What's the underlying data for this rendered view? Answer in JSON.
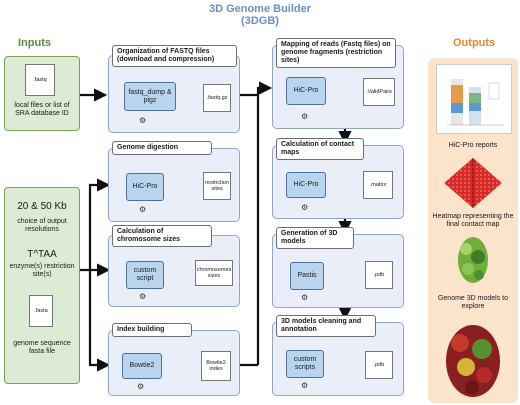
{
  "header": {
    "title_line1": "3D Genome Builder",
    "title_line2": "(3DGB)"
  },
  "inputs": {
    "title": "Inputs",
    "fastq_file": ".fastq",
    "fastq_caption": "local files or list of SRA database ID",
    "resolutions_value": "20 & 50 Kb",
    "resolutions_caption": "choice of output resolutions",
    "enzyme_value": "T^TAA",
    "enzyme_caption": "enzyme(s) restriction site(s)",
    "fasta_file": ".fasta",
    "fasta_caption": "genome sequence fasta file"
  },
  "steps": {
    "organization": {
      "title": "Organization of FASTQ files (download and compression)",
      "tool": "fastq_dump & pigz",
      "file": ".fastq.gz"
    },
    "digestion": {
      "title": "Genome digestion",
      "tool": "HiC-Pro",
      "file": "restriction sites"
    },
    "sizes": {
      "title": "Calculation of chromosome sizes",
      "tool": "custom script",
      "file": "chromosomes sizes"
    },
    "index": {
      "title": "Index building",
      "tool": "Bowtie2",
      "file": "Bowtie2 index"
    },
    "mapping": {
      "title": "Mapping of reads (Fastq files) on genome fragments (restriction sites)",
      "tool": "HiC-Pro",
      "file": ".ValidPairs"
    },
    "contact": {
      "title": "Calculation of contact maps",
      "tool": "HiC-Pro",
      "file": ".matrix"
    },
    "models": {
      "title": "Generation of 3D models",
      "tool": "Pastis",
      "file": ".pdb"
    },
    "cleaning": {
      "title": "3D models cleaning and annotation",
      "tool": "custom scripts",
      "file": ".pdb"
    }
  },
  "outputs": {
    "title": "Outputs",
    "reports_caption": "HiC-Pro reports",
    "heatmap_caption": "Heatmap representing the final contact map",
    "models_caption": "Genome 3D models to explore"
  },
  "colors": {
    "inputs": "#5d8a3f",
    "outputs": "#e08a2e",
    "title": "#6b8fc4",
    "tool": "#b8d4ee",
    "panel": "#e9eef8"
  },
  "icons": [
    "gear-icon",
    "document-icon",
    "arrow-icon"
  ]
}
